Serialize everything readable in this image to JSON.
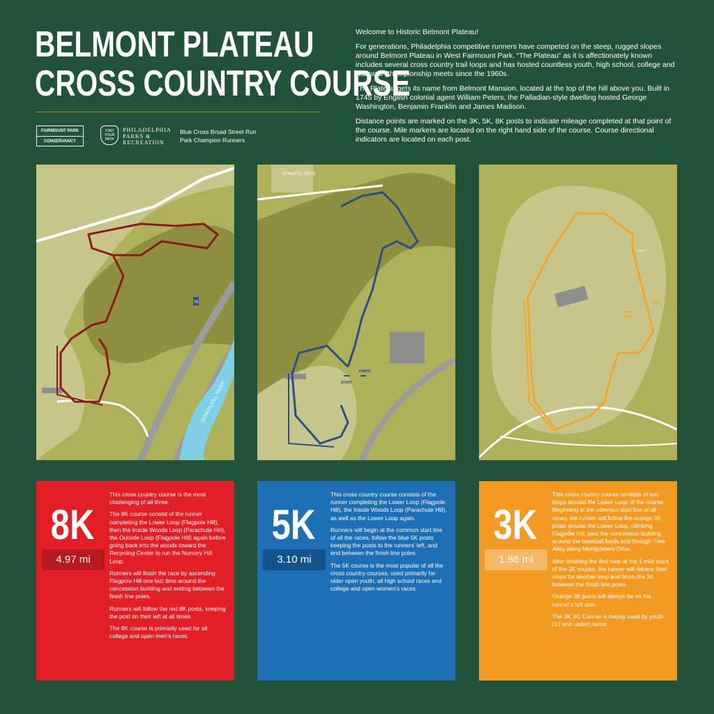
{
  "header": {
    "title_line1": "BELMONT PLATEAU",
    "title_line2": "CROSS COUNTRY COURSE"
  },
  "logos": {
    "fpc_top": "FAIRMOUNT PARK",
    "fpc_bottom": "CONSERVANCY",
    "badge_text": "FIND YOUR PATH",
    "ppr_line1": "PHILADELPHIA",
    "ppr_line2": "PARKS &",
    "ppr_line3": "RECREATION",
    "bc_line1": "Blue Cross Broad Street Run",
    "bc_line2": "Park Champion Runners"
  },
  "intro": {
    "p1": "Welcome to Historic Belmont Plateau!",
    "p2": "For generations, Philadelphia competitive runners have competed on the steep, rugged slopes around Belmont Plateau in West Fairmount Park.  “The Plateau” as it is affectionately known includes several cross country trail loops and has hosted countless youth, high school, college and National Championship meets since the 1960s.",
    "p3": "The Plateau gets its name from Belmont Mansion, located at the top of the hill above you. Built in 1745 by English colonial agent William Peters, the Palladian-style dwelling hosted George Washington, Benjamin Franklin and James Madison.",
    "p4": "Distance points are marked on the 3K, 5K, 8K posts to indicate mileage completed at that point of the course. Mile markers are located on the right hand side of the course. Course directional indicators are located on each post."
  },
  "maps": {
    "athletic_field": "ATHLETIC FIELD",
    "schuylkill": "SCHUYLKILL RIVER",
    "start": "START",
    "finish": "FINISH",
    "mile": "1 MILE",
    "route_76": "76",
    "color_8k": "#8b1a1e",
    "color_5k": "#2c4e86",
    "color_3k": "#f3a629"
  },
  "cards": {
    "c8k": {
      "dist": "8K",
      "mi": "4.97 mi",
      "p1": "This cross country course is the most challenging of all three.",
      "p2": "The 8K course consist of the runner completing the Lower Loop (Flagpole Hill), then the Inside Woods Loop (Parachute Hill), the Outside Loop (Flagpole Hill) again before going back into the woods toward the Recycling Center to run the Nursery Hill Loop.",
      "p3": "Runners will finish the race by ascending Flagpole Hill one last time around the concession building and ending between the finish line poles.",
      "p4": "Runners will follow the red 8K posts, keeping the post on their left at all times.",
      "p5": "The 8K course is primarily used for all college and open men’s races."
    },
    "c5k": {
      "dist": "5K",
      "mi": "3.10 mi",
      "p1": "This cross country course consists of the runner completing the Lower Loop (Flagpole Hill), the Inside Woods Loop (Parachute Hill), as well as the Lower Loop again.",
      "p2": "Runners will begin at the common start line of all the races, follow the blue 5K posts keeping the posts to the runners’ left, and end between the finish line poles.",
      "p3": "The 5K course is the most popular of all the cross country courses, used primarily for older open youth, all high school races and college and open women’s races."
    },
    "c3k": {
      "dist": "3K",
      "mi": "1.86 mi",
      "p1": "This cross country course consists of two loops around the Lower Loop of the course.  Beginning at the common start line of all races, the runner will follow the orange 3K posts around the Lower Loop, climbing Flagpole Hill, past the concession building around the baseball fields and through Tree Alley along Montgomery Drive.",
      "p2": "After finishing the first loop at the 1 mile mark of the 3K course, the runner will retrace their steps for another loop and finish the 3K between the finish line poles.",
      "p3": "Orange 3K posts will always be on the runner’s left side.",
      "p4": "The 3K XC Course is mainly used by youth (12 and under) races."
    }
  }
}
